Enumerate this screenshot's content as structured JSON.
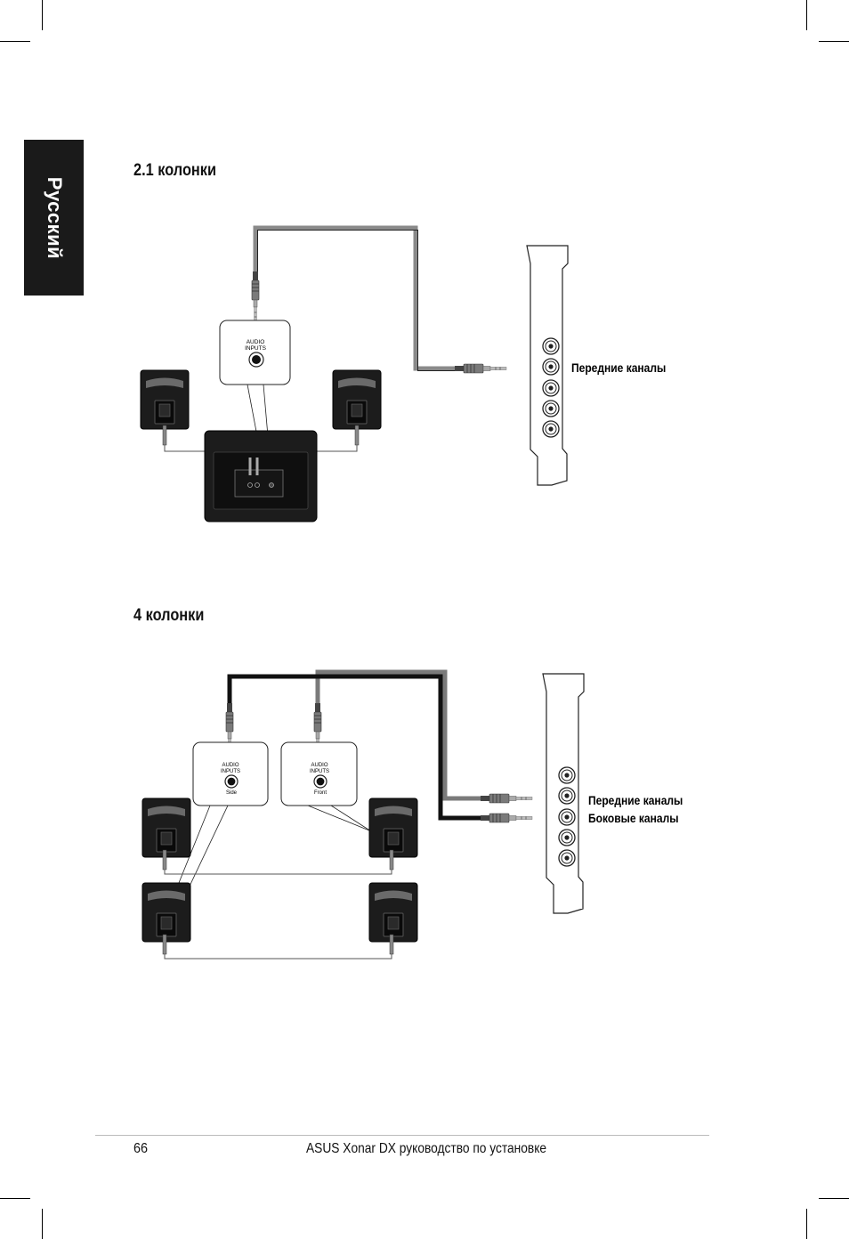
{
  "language_tab": "Русский",
  "section1": {
    "heading": "2.1 колонки",
    "panel_label_line1": "AUDIO",
    "panel_label_line2": "INPUTS",
    "channel_label": "Передние каналы"
  },
  "section2": {
    "heading": "4 колонки",
    "panel_left": {
      "line1": "AUDIO",
      "line2": "INPUTS",
      "port": "Side"
    },
    "panel_right": {
      "line1": "AUDIO",
      "line2": "INPUTS",
      "port": "Front"
    },
    "channel_label_1": "Передние каналы",
    "channel_label_2": "Боковые каналы"
  },
  "footer": {
    "page_number": "66",
    "doc_title": "ASUS Xonar DX руководство по установке"
  },
  "colors": {
    "tab_bg": "#1a1a1a",
    "speaker_dark": "#1c1c1c",
    "cable_grey": "#8a8a8a"
  }
}
